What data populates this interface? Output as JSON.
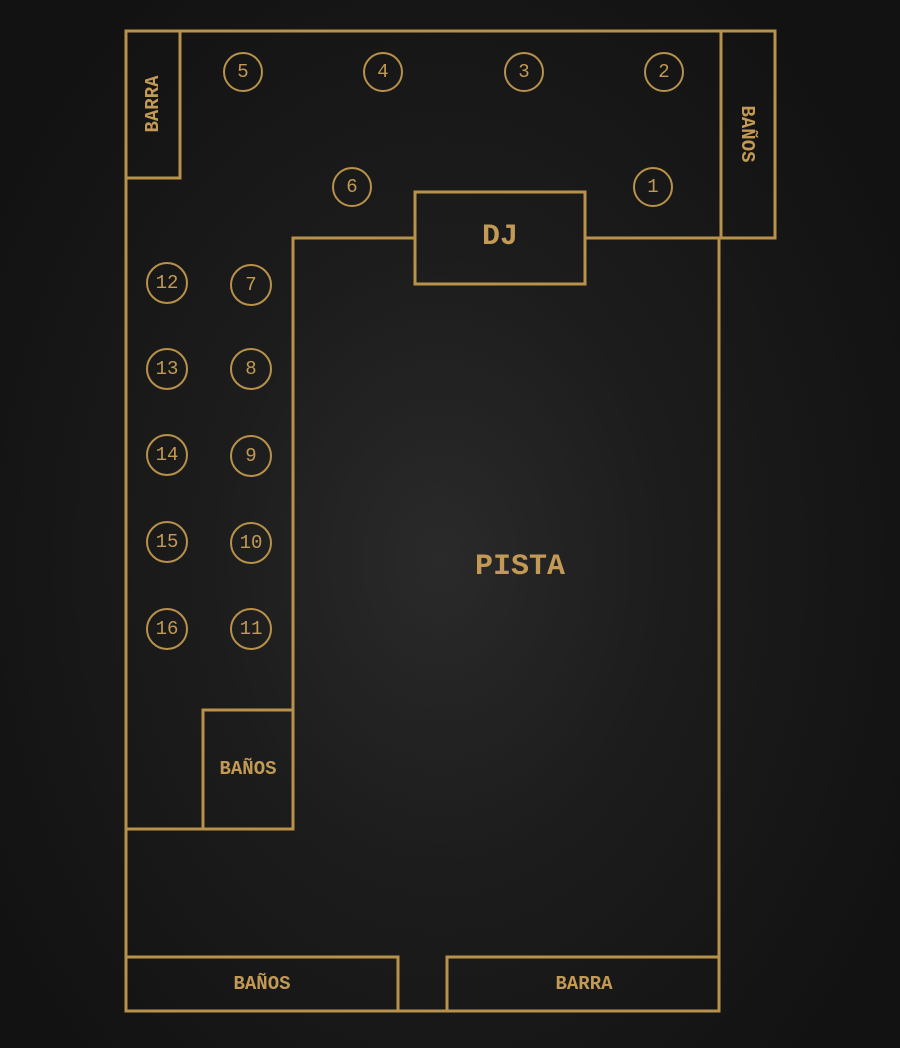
{
  "labels": {
    "barra_top": "BARRA",
    "banos_right": "BAÑOS",
    "dj": "DJ",
    "pista": "PISTA",
    "banos_mid": "BAÑOS",
    "banos_bottom": "BAÑOS",
    "barra_bottom": "BARRA"
  },
  "tables": [
    "1",
    "2",
    "3",
    "4",
    "5",
    "6",
    "7",
    "8",
    "9",
    "10",
    "11",
    "12",
    "13",
    "14",
    "15",
    "16"
  ],
  "colors": {
    "accent": "#b8914a",
    "background": "#141414"
  }
}
